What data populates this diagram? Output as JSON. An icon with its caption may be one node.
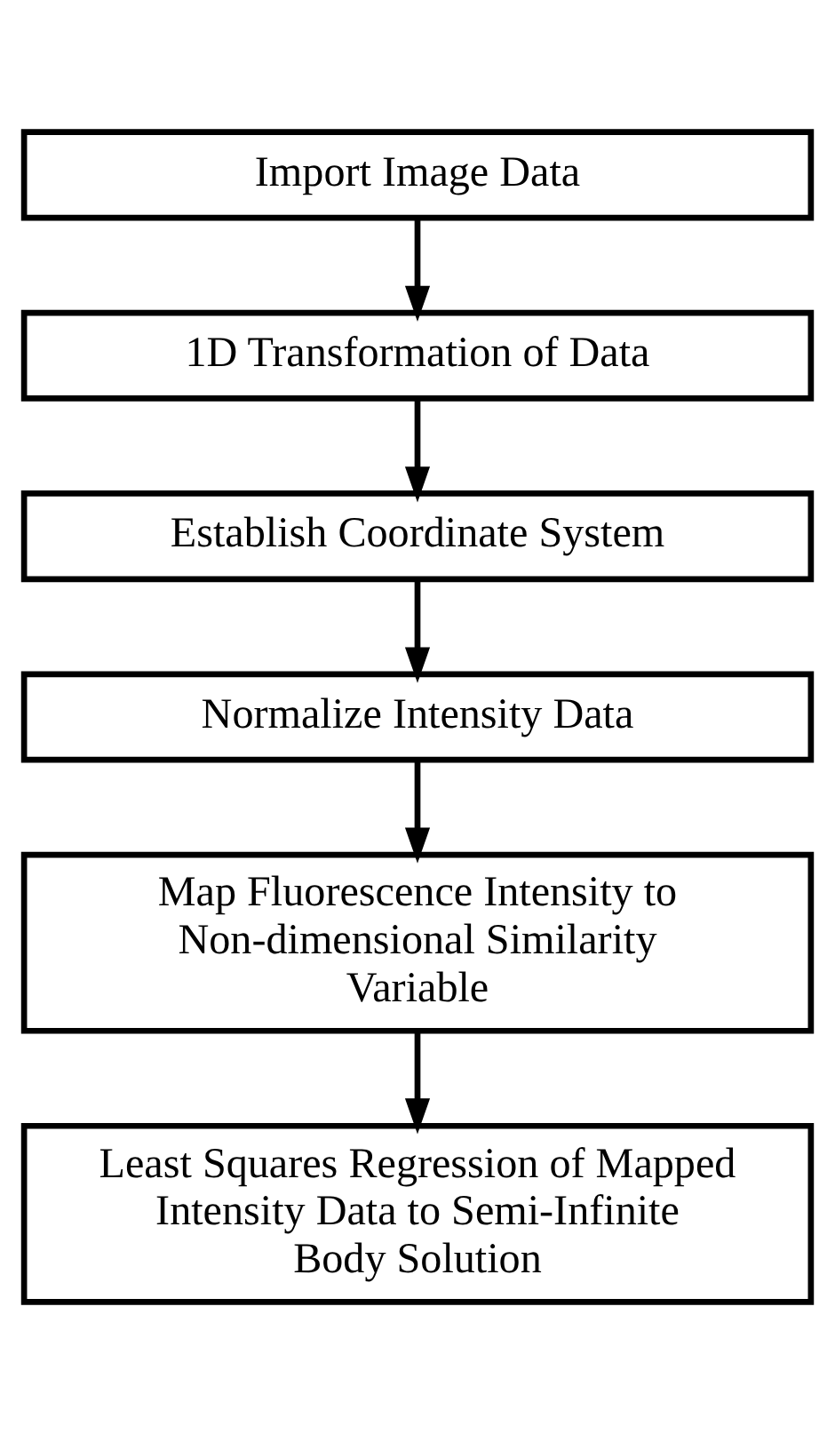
{
  "diagram": {
    "nodes": [
      {
        "text": [
          "Import Image Data"
        ]
      },
      {
        "text": [
          "1D Transformation of Data"
        ]
      },
      {
        "text": [
          "Establish Coordinate System"
        ]
      },
      {
        "text": [
          "Normalize Intensity Data"
        ]
      },
      {
        "text": [
          "Map Fluorescence Intensity to Non-dimensional Similarity Variable"
        ]
      },
      {
        "text": [
          "Least Squares Regression of Mapped Intensity Data to Semi-Infinite Body Solution"
        ]
      }
    ],
    "edges": [
      {
        "from": 0,
        "to": 1,
        "arrow": "to"
      },
      {
        "from": 1,
        "to": 2,
        "arrow": "to"
      },
      {
        "from": 2,
        "to": 3,
        "arrow": "to"
      },
      {
        "from": 3,
        "to": 4,
        "arrow": "to"
      },
      {
        "from": 4,
        "to": 5,
        "arrow": "to"
      }
    ]
  }
}
